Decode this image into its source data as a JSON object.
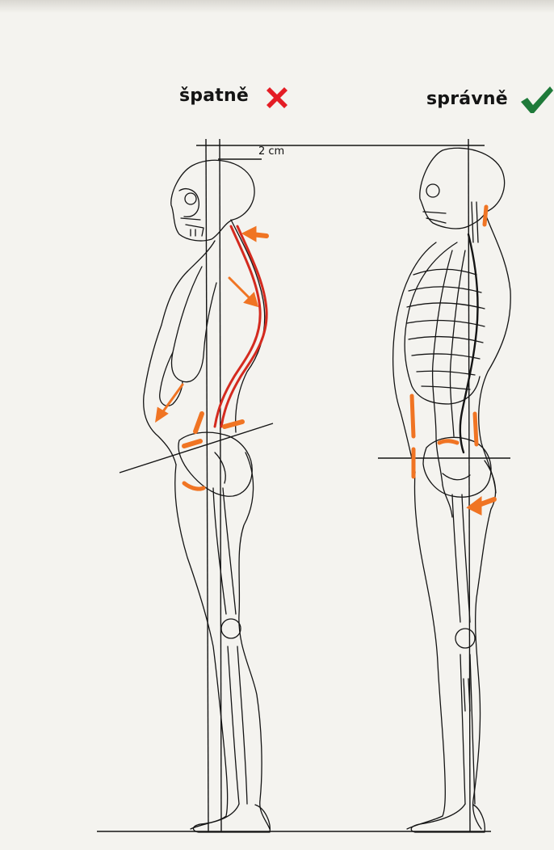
{
  "labels": {
    "wrong": "špatně",
    "correct": "správně",
    "scale": "2 cm"
  },
  "icons": {
    "wrong": "cross-icon",
    "correct": "check-icon"
  },
  "colors": {
    "background": "#f4f3ef",
    "line": "#141414",
    "cross": "#e41d25",
    "check": "#1f7a3a",
    "spine": "#d42a1f",
    "arrow": "#f07423"
  }
}
